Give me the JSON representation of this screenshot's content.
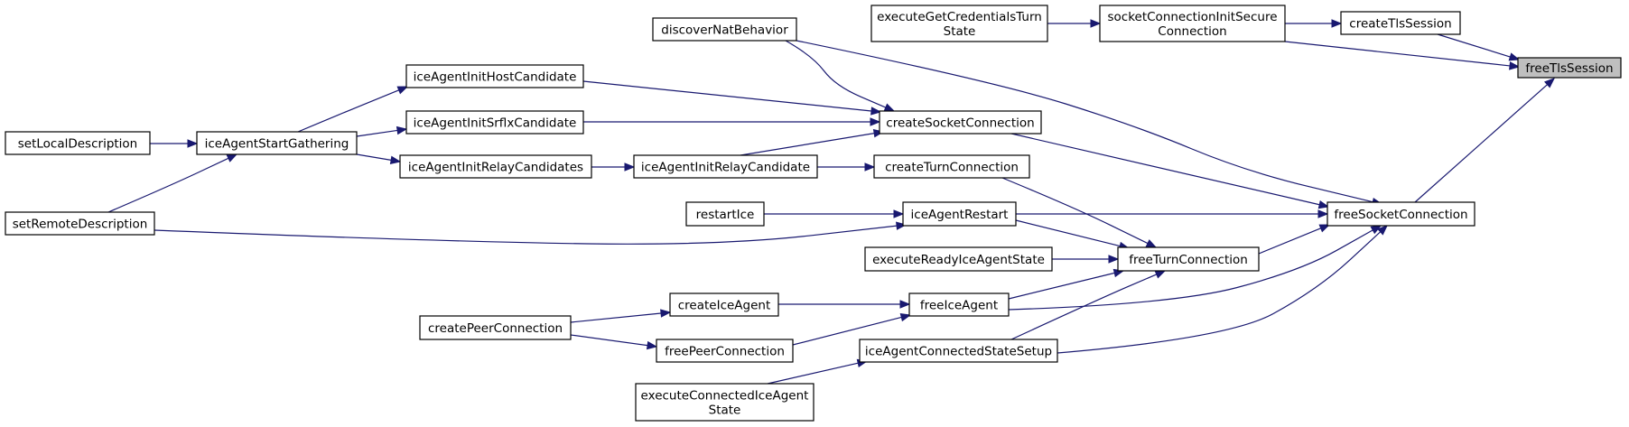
{
  "diagram": {
    "type": "call-graph",
    "root": "freeTlsSession",
    "colors": {
      "edge": "#191970",
      "node_border": "#000000",
      "node_fill": "#ffffff",
      "root_fill": "#bfbfbf"
    },
    "nodes": [
      {
        "id": "freeTlsSession",
        "lines": [
          "freeTlsSession"
        ],
        "root": true
      },
      {
        "id": "createTlsSession",
        "lines": [
          "createTlsSession"
        ]
      },
      {
        "id": "socketConnectionInitSecureConnection",
        "lines": [
          "socketConnectionInitSecure",
          "Connection"
        ]
      },
      {
        "id": "executeGetCredentialsTurnState",
        "lines": [
          "executeGetCredentialsTurn",
          "State"
        ]
      },
      {
        "id": "freeSocketConnection",
        "lines": [
          "freeSocketConnection"
        ]
      },
      {
        "id": "discoverNatBehavior",
        "lines": [
          "discoverNatBehavior"
        ]
      },
      {
        "id": "createSocketConnection",
        "lines": [
          "createSocketConnection"
        ]
      },
      {
        "id": "iceAgentInitHostCandidate",
        "lines": [
          "iceAgentInitHostCandidate"
        ]
      },
      {
        "id": "iceAgentInitSrflxCandidate",
        "lines": [
          "iceAgentInitSrflxCandidate"
        ]
      },
      {
        "id": "iceAgentStartGathering",
        "lines": [
          "iceAgentStartGathering"
        ]
      },
      {
        "id": "setLocalDescription",
        "lines": [
          "setLocalDescription"
        ]
      },
      {
        "id": "setRemoteDescription",
        "lines": [
          "setRemoteDescription"
        ]
      },
      {
        "id": "iceAgentInitRelayCandidates",
        "lines": [
          "iceAgentInitRelayCandidates"
        ]
      },
      {
        "id": "iceAgentInitRelayCandidate",
        "lines": [
          "iceAgentInitRelayCandidate"
        ]
      },
      {
        "id": "createTurnConnection",
        "lines": [
          "createTurnConnection"
        ]
      },
      {
        "id": "iceAgentRestart",
        "lines": [
          "iceAgentRestart"
        ]
      },
      {
        "id": "restartIce",
        "lines": [
          "restartIce"
        ]
      },
      {
        "id": "freeTurnConnection",
        "lines": [
          "freeTurnConnection"
        ]
      },
      {
        "id": "executeReadyIceAgentState",
        "lines": [
          "executeReadyIceAgentState"
        ]
      },
      {
        "id": "freeIceAgent",
        "lines": [
          "freeIceAgent"
        ]
      },
      {
        "id": "createIceAgent",
        "lines": [
          "createIceAgent"
        ]
      },
      {
        "id": "freePeerConnection",
        "lines": [
          "freePeerConnection"
        ]
      },
      {
        "id": "createPeerConnection",
        "lines": [
          "createPeerConnection"
        ]
      },
      {
        "id": "iceAgentConnectedStateSetup",
        "lines": [
          "iceAgentConnectedStateSetup"
        ]
      },
      {
        "id": "executeConnectedIceAgentState",
        "lines": [
          "executeConnectedIceAgent",
          "State"
        ]
      }
    ],
    "edges": [
      {
        "from": "createTlsSession",
        "to": "freeTlsSession"
      },
      {
        "from": "socketConnectionInitSecureConnection",
        "to": "freeTlsSession"
      },
      {
        "from": "freeSocketConnection",
        "to": "freeTlsSession"
      },
      {
        "from": "socketConnectionInitSecureConnection",
        "to": "createTlsSession"
      },
      {
        "from": "executeGetCredentialsTurnState",
        "to": "socketConnectionInitSecureConnection"
      },
      {
        "from": "discoverNatBehavior",
        "to": "freeSocketConnection"
      },
      {
        "from": "createSocketConnection",
        "to": "freeSocketConnection"
      },
      {
        "from": "iceAgentRestart",
        "to": "freeSocketConnection"
      },
      {
        "from": "freeTurnConnection",
        "to": "freeSocketConnection"
      },
      {
        "from": "freeIceAgent",
        "to": "freeSocketConnection"
      },
      {
        "from": "iceAgentConnectedStateSetup",
        "to": "freeSocketConnection"
      },
      {
        "from": "discoverNatBehavior",
        "to": "createSocketConnection"
      },
      {
        "from": "iceAgentInitHostCandidate",
        "to": "createSocketConnection"
      },
      {
        "from": "iceAgentInitSrflxCandidate",
        "to": "createSocketConnection"
      },
      {
        "from": "iceAgentInitRelayCandidate",
        "to": "createSocketConnection"
      },
      {
        "from": "iceAgentStartGathering",
        "to": "iceAgentInitHostCandidate"
      },
      {
        "from": "iceAgentStartGathering",
        "to": "iceAgentInitSrflxCandidate"
      },
      {
        "from": "iceAgentStartGathering",
        "to": "iceAgentInitRelayCandidates"
      },
      {
        "from": "setLocalDescription",
        "to": "iceAgentStartGathering"
      },
      {
        "from": "setRemoteDescription",
        "to": "iceAgentStartGathering"
      },
      {
        "from": "setRemoteDescription",
        "to": "iceAgentRestart"
      },
      {
        "from": "iceAgentInitRelayCandidates",
        "to": "iceAgentInitRelayCandidate"
      },
      {
        "from": "iceAgentInitRelayCandidate",
        "to": "createTurnConnection"
      },
      {
        "from": "createTurnConnection",
        "to": "freeTurnConnection"
      },
      {
        "from": "restartIce",
        "to": "iceAgentRestart"
      },
      {
        "from": "iceAgentRestart",
        "to": "freeTurnConnection"
      },
      {
        "from": "executeReadyIceAgentState",
        "to": "freeTurnConnection"
      },
      {
        "from": "freeIceAgent",
        "to": "freeTurnConnection"
      },
      {
        "from": "iceAgentConnectedStateSetup",
        "to": "freeTurnConnection"
      },
      {
        "from": "createIceAgent",
        "to": "freeIceAgent"
      },
      {
        "from": "freePeerConnection",
        "to": "freeIceAgent"
      },
      {
        "from": "createPeerConnection",
        "to": "createIceAgent"
      },
      {
        "from": "createPeerConnection",
        "to": "freePeerConnection"
      },
      {
        "from": "executeConnectedIceAgentState",
        "to": "iceAgentConnectedStateSetup"
      }
    ]
  }
}
